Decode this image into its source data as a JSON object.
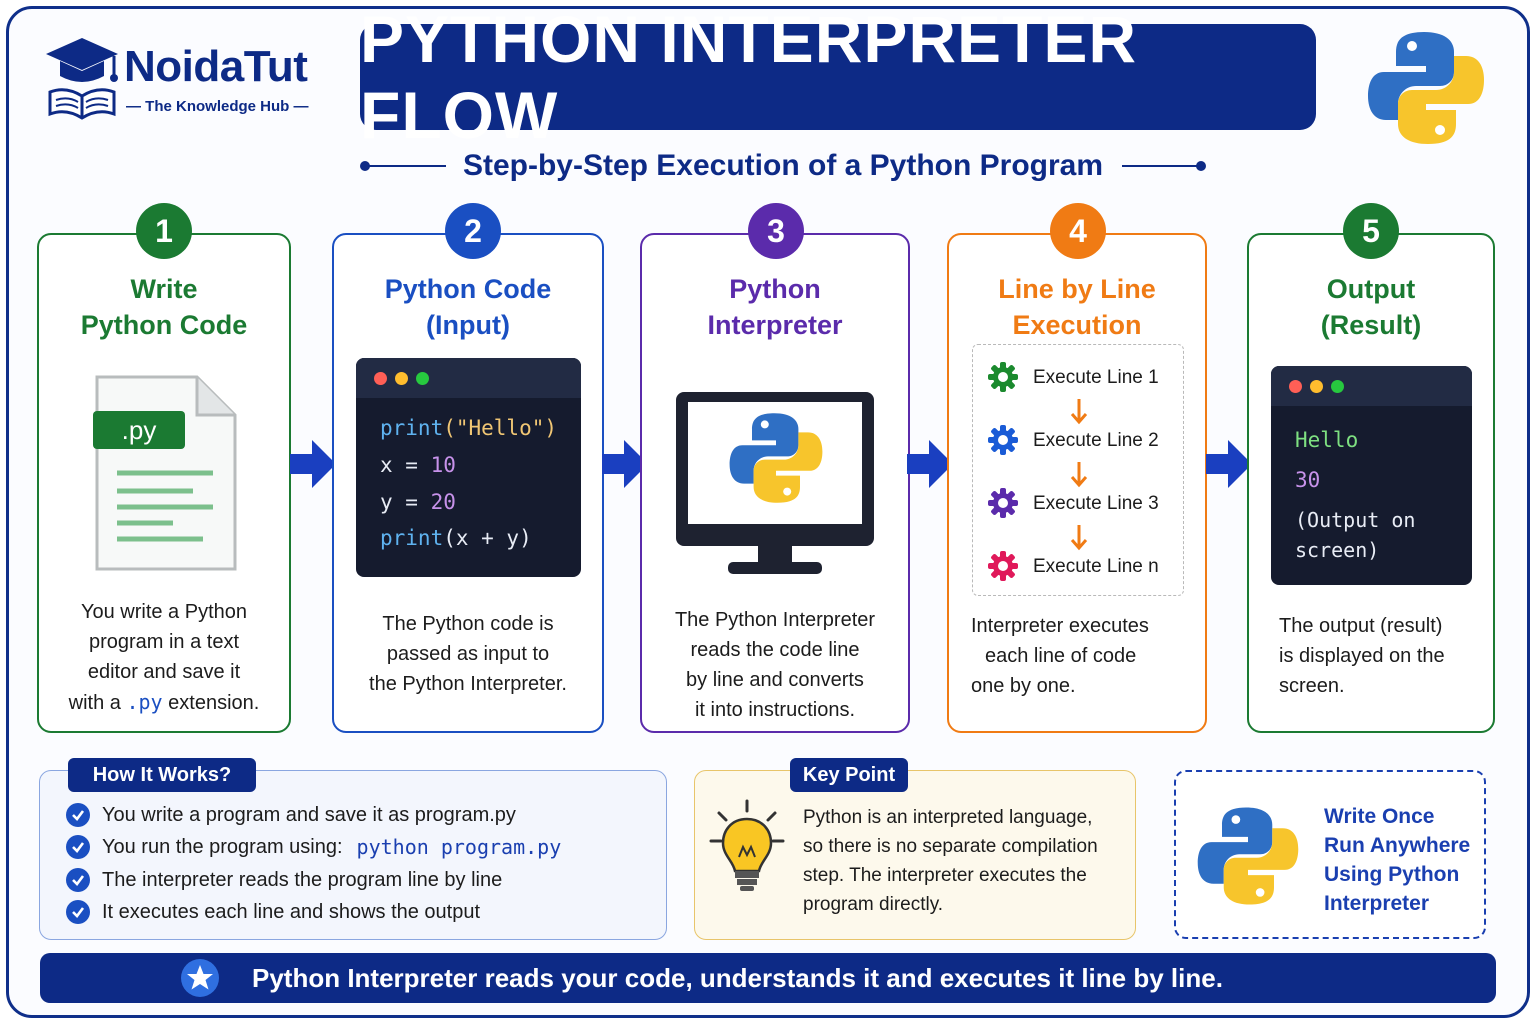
{
  "brand": {
    "name": "NoidaTut",
    "tagline": "The Knowledge Hub"
  },
  "title": "PYTHON INTERPRETER FLOW",
  "subtitle": "Step-by-Step Execution of a Python Program",
  "colors": {
    "navy": "#0d2a86",
    "green": "#1b7a32",
    "blue": "#1a4fc2",
    "purple": "#5b2bab",
    "orange": "#f07b14",
    "teal_green": "#1b7a32"
  },
  "steps": [
    {
      "number": "1",
      "title_line1": "Write",
      "title_line2": "Python Code",
      "file_ext": ".py",
      "desc_lines": [
        "You write a Python",
        "program in a text",
        "editor and save it"
      ],
      "desc_last_prefix": "with a ",
      "desc_last_code": ".py",
      "desc_last_suffix": " extension."
    },
    {
      "number": "2",
      "title_line1": "Python Code",
      "title_line2": "(Input)",
      "code": {
        "l1_fn": "print",
        "l1_arg": "(\"Hello\")",
        "l2_var": "x",
        "l2_eq": " = ",
        "l2_val": "10",
        "l3_var": "y",
        "l3_eq": " = ",
        "l3_val": "20",
        "l4_fn": "print",
        "l4_arg": "(x + y)"
      },
      "desc_lines": [
        "The Python code is",
        "passed as input to",
        "the Python Interpreter."
      ]
    },
    {
      "number": "3",
      "title_line1": "Python",
      "title_line2": "Interpreter",
      "desc_lines": [
        "The Python Interpreter",
        "reads the code line",
        "by line and converts",
        "it into instructions."
      ]
    },
    {
      "number": "4",
      "title_line1": "Line by Line",
      "title_line2": "Execution",
      "exec_lines": [
        "Execute Line 1",
        "Execute Line 2",
        "Execute Line 3",
        "Execute Line n"
      ],
      "desc_lines": [
        "Interpreter executes",
        "each line of code",
        "one by one."
      ]
    },
    {
      "number": "5",
      "title_line1": "Output",
      "title_line2": "(Result)",
      "output": {
        "line1": "Hello",
        "line2": "30",
        "line3": "(Output on",
        "line4": "screen)"
      },
      "desc_lines": [
        "The output (result)",
        "is displayed on the",
        "screen."
      ]
    }
  ],
  "how_it_works": {
    "label": "How It Works?",
    "items": [
      {
        "text": "You write a program and save it as program.py"
      },
      {
        "text": "You run the program using:",
        "code": "python program.py"
      },
      {
        "text": "The interpreter reads the program line by line"
      },
      {
        "text": "It executes each line and shows the output"
      }
    ]
  },
  "key_point": {
    "label": "Key Point",
    "lines": [
      "Python is an interpreted language,",
      "so there is no separate compilation",
      "step. The interpreter executes the",
      "program directly."
    ]
  },
  "slogan": {
    "lines": [
      "Write Once",
      "Run Anywhere",
      "Using Python",
      "Interpreter"
    ]
  },
  "footer": "Python Interpreter reads your code, understands it and executes it line by line."
}
